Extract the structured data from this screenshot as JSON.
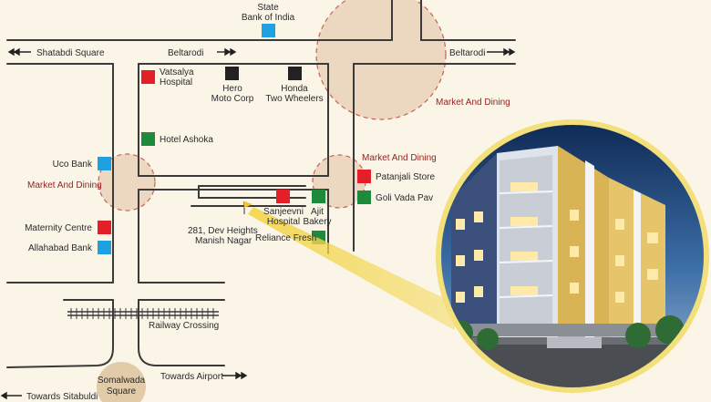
{
  "colors": {
    "background": "#faf5e7",
    "road": "#3a3a3a",
    "circle_fill": "#ecd8c0",
    "circle_dash": "#c8605a",
    "marker_red": "#e3202a",
    "marker_black": "#222222",
    "marker_green": "#1e8a3c",
    "marker_blue": "#1da1e0",
    "marker_yellow": "#f4c430",
    "dining_label": "#9a1c1c",
    "label": "#2b2b2b",
    "highlight_ring": "#f3e07a"
  },
  "roads": {
    "shatabdi_square": "Shatabdi Square",
    "beltarodi_left": "Beltarodi",
    "beltarodi_right": "Beltarodi",
    "railway_crossing": "Railway Crossing",
    "towards_airport": "Towards Airport",
    "towards_sitabuldi": "Towards Sitabuldi"
  },
  "squares": {
    "somalwada_line1": "Somalwada",
    "somalwada_line2": "Square"
  },
  "zones": {
    "market_dining_top_right": "Market And Dining",
    "market_dining_middle": "Market And Dining",
    "market_dining_left": "Market And Dining"
  },
  "landmarks": {
    "state_bank_line1": "State",
    "state_bank_line2": "Bank of India",
    "vatsalya_line1": "Vatsalya",
    "vatsalya_line2": "Hospital",
    "hero_line1": "Hero",
    "hero_line2": "Moto Corp",
    "honda_line1": "Honda",
    "honda_line2": "Two Wheelers",
    "hotel_ashoka": "Hotel Ashoka",
    "uco_bank": "Uco Bank",
    "maternity_centre": "Maternity Centre",
    "allahabad_bank": "Allahabad Bank",
    "sanjeevni_line1": "Sanjeevni",
    "sanjeevni_line2": "Hospital",
    "ajit_line1": "Ajit",
    "ajit_line2": "Bakery",
    "reliance_fresh": "Reliance Fresh",
    "patanjali_store": "Patanjali Store",
    "goli_vada_pav": "Goli Vada Pav"
  },
  "project": {
    "address_line1": "281, Dev Heights",
    "address_line2": "Manish Nagar"
  },
  "icons": {
    "map_marker": "square-marker-icon",
    "project_flag": "flag-icon",
    "direction": "arrow-icon"
  }
}
